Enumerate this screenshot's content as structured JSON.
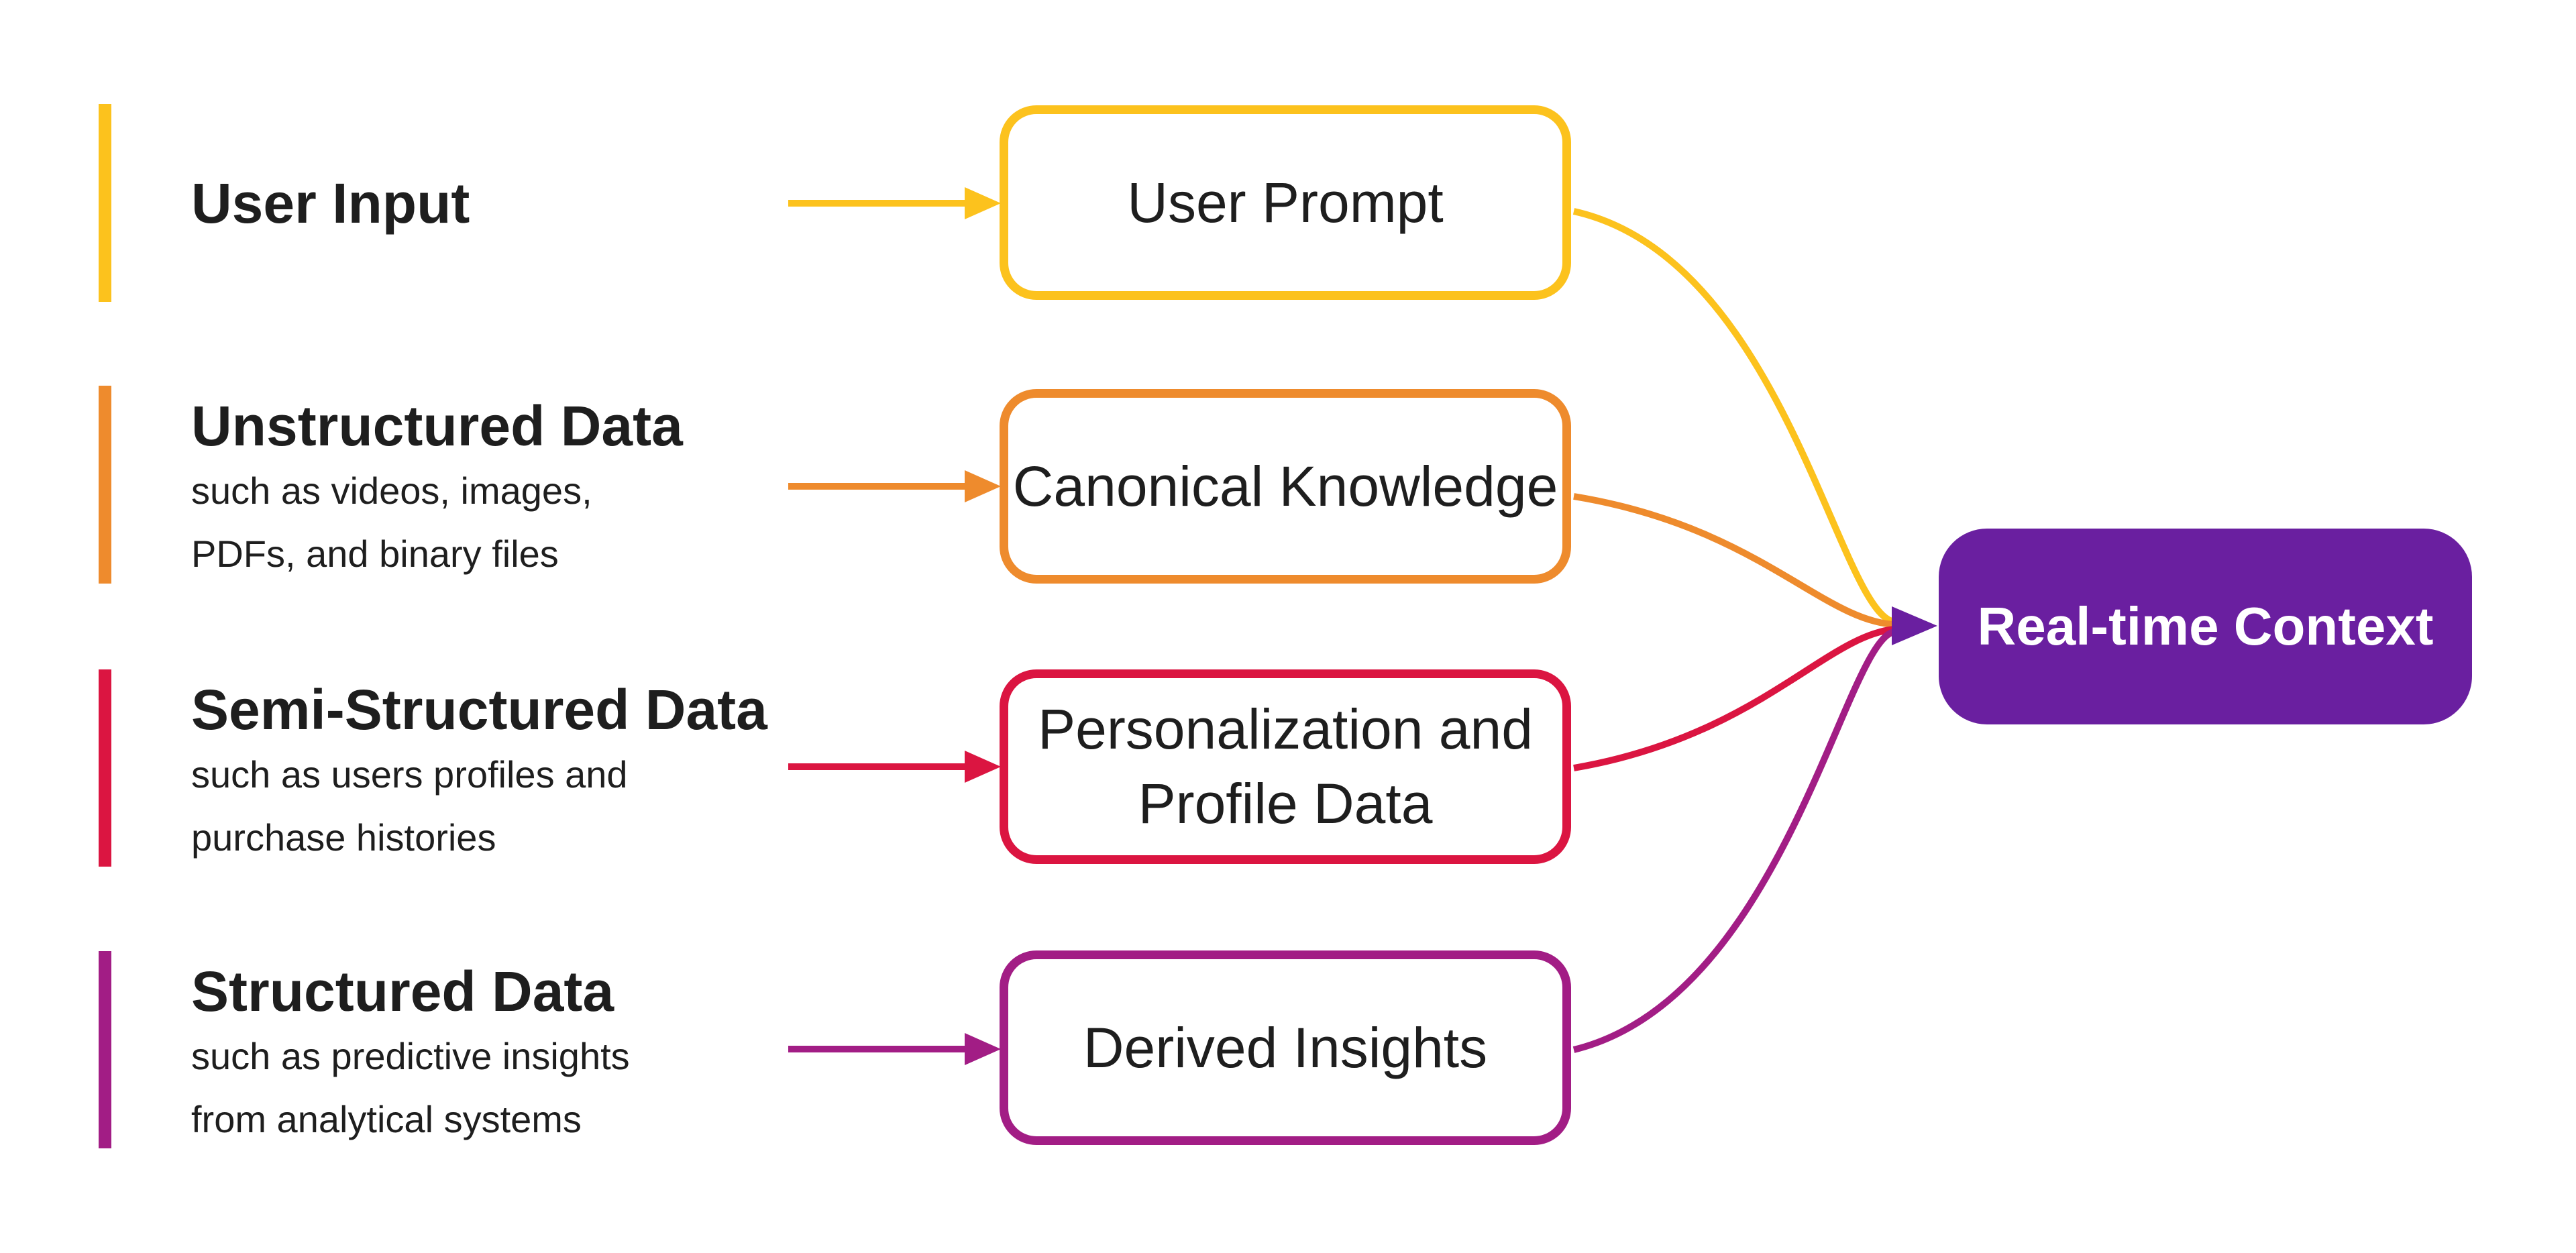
{
  "diagram": {
    "description": "Data sources flowing into real-time context",
    "flow_direction": "left-to-right"
  },
  "palette": {
    "yellow": "#FCC21D",
    "orange": "#EE8B2D",
    "red": "#DB1541",
    "magenta": "#A21D85",
    "purple": "#6A1FA0",
    "text": "#1e1e1e",
    "background": "#ffffff"
  },
  "sources": [
    {
      "title": "User Input",
      "desc_lines": [],
      "color": "#FCC21D",
      "node": {
        "label_lines": [
          "User Prompt"
        ]
      }
    },
    {
      "title": "Unstructured Data",
      "desc_lines": [
        "such as videos, images,",
        "PDFs, and binary files"
      ],
      "color": "#EE8B2D",
      "node": {
        "label_lines": [
          "Canonical Knowledge"
        ]
      }
    },
    {
      "title": "Semi-Structured Data",
      "desc_lines": [
        "such as users profiles and",
        "purchase histories"
      ],
      "color": "#DB1541",
      "node": {
        "label_lines": [
          "Personalization and",
          "Profile Data"
        ]
      }
    },
    {
      "title": "Structured Data",
      "desc_lines": [
        "such as predictive insights",
        "from analytical systems"
      ],
      "color": "#A21D85",
      "node": {
        "label_lines": [
          "Derived Insights"
        ]
      }
    }
  ],
  "target": {
    "label": "Real-time Context",
    "fill": "#6A1FA0",
    "text_color": "#FFFFFF"
  }
}
